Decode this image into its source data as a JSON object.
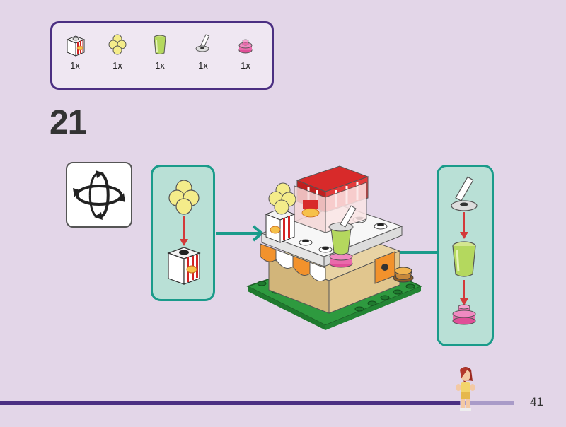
{
  "parts": [
    {
      "icon": "popcorn-box-brick-icon",
      "qty": "1x"
    },
    {
      "icon": "popcorn-cluster-icon",
      "qty": "1x"
    },
    {
      "icon": "green-cup-icon",
      "qty": "1x"
    },
    {
      "icon": "cup-lid-straw-icon",
      "qty": "1x"
    },
    {
      "icon": "pink-round-plate-icon",
      "qty": "1x"
    }
  ],
  "step": {
    "number": "21"
  },
  "page": {
    "number": "41"
  },
  "colors": {
    "accent_purple": "#4b2f82",
    "sub_box_teal": "#1a9b8a",
    "background": "#e3d6e8"
  }
}
